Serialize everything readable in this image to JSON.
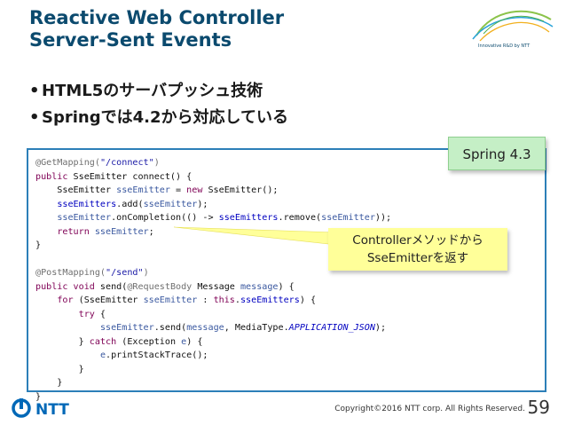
{
  "slide": {
    "title_line1": "Reactive Web Controller",
    "title_line2": "Server-Sent Events",
    "logo_caption": "Innovative R&D by NTT",
    "bullets": [
      "HTML5のサーバプッシュ技術",
      "Springでは4.2から対応している"
    ],
    "badge": "Spring 4.3",
    "callout_line1": "Controllerメソッドから",
    "callout_line2": "SseEmitterを返す",
    "footer": "Copyright©2016 NTT corp. All Rights Reserved.",
    "page_number": "59",
    "ntt_logo_text": "NTT"
  },
  "code": {
    "l1_ann": "@GetMapping(",
    "l1_str": "\"/connect\"",
    "l1_end": ")",
    "l2_kw": "public",
    "l2_rest": " SseEmitter connect() {",
    "l3_a": "    SseEmitter ",
    "l3_var": "sseEmitter",
    "l3_b": " = ",
    "l3_kw": "new",
    "l3_c": " SseEmitter();",
    "l4_a": "    ",
    "l4_fld": "sseEmitters",
    "l4_b": ".add(",
    "l4_var": "sseEmitter",
    "l4_c": ");",
    "l5_a": "    ",
    "l5_var": "sseEmitter",
    "l5_b": ".onCompletion(() -> ",
    "l5_fld": "sseEmitters",
    "l5_c": ".remove(",
    "l5_var2": "sseEmitter",
    "l5_d": "));",
    "l6_a": "    ",
    "l6_kw": "return",
    "l6_b": " ",
    "l6_var": "sseEmitter",
    "l6_c": ";",
    "l7": "}",
    "l9_ann": "@PostMapping(",
    "l9_str": "\"/send\"",
    "l9_end": ")",
    "l10_kw": "public",
    "l10_kw2": "void",
    "l10_a": " send(",
    "l10_ann": "@RequestBody",
    "l10_b": " Message ",
    "l10_var": "message",
    "l10_c": ") {",
    "l11_a": "    ",
    "l11_kw": "for",
    "l11_b": " (SseEmitter ",
    "l11_var": "sseEmitter",
    "l11_c": " : ",
    "l11_kw2": "this",
    "l11_d": ".",
    "l11_fld": "sseEmitters",
    "l11_e": ") {",
    "l12_a": "        ",
    "l12_kw": "try",
    "l12_b": " {",
    "l13_a": "            ",
    "l13_var": "sseEmitter",
    "l13_b": ".send(",
    "l13_var2": "message",
    "l13_c": ", MediaType.",
    "l13_ital": "APPLICATION_JSON",
    "l13_d": ");",
    "l14_a": "        } ",
    "l14_kw": "catch",
    "l14_b": " (Exception ",
    "l14_var": "e",
    "l14_c": ") {",
    "l15_a": "            ",
    "l15_var": "e",
    "l15_b": ".printStackTrace();",
    "l16": "        }",
    "l17": "    }",
    "l18": "}"
  },
  "colors": {
    "title": "#0b4a6e",
    "code_border": "#2c7fb8",
    "badge_bg": "#c5efc6",
    "callout_bg": "#ffff99",
    "ntt_blue": "#0068b7"
  }
}
